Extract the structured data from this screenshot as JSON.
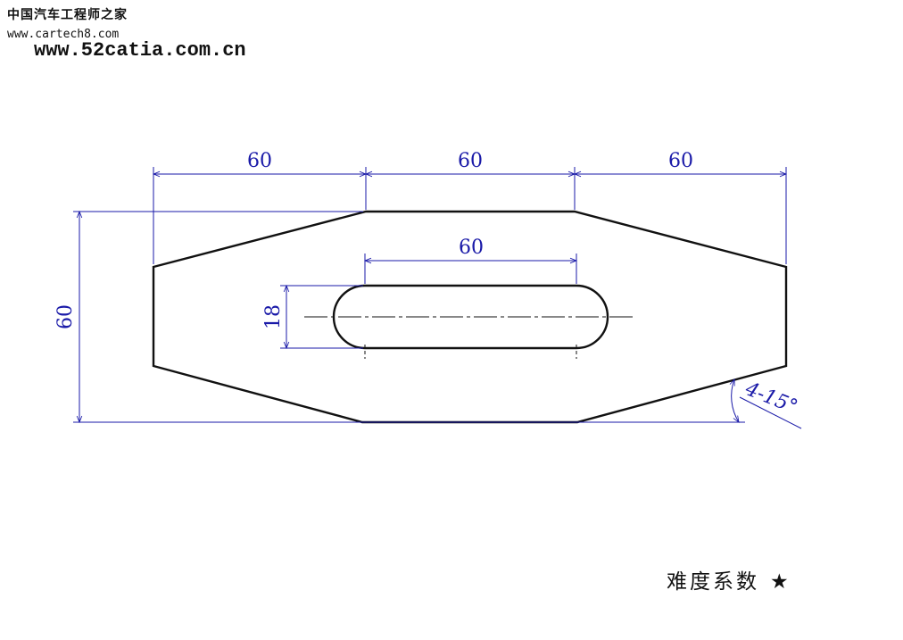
{
  "watermark": {
    "site_name_cn": "中国汽车工程师之家",
    "url_small": "www.cartech8.com",
    "url_large": "www.52catia.com.cn"
  },
  "dimensions": {
    "top_left_width": "60",
    "top_middle_width": "60",
    "top_right_width": "60",
    "slot_length": "60",
    "slot_width": "18",
    "overall_height": "60",
    "chamfer_angle": "4-15°"
  },
  "footer": {
    "difficulty_label": "难度系数",
    "difficulty_stars": "★"
  },
  "colors": {
    "outline": "#111111",
    "dimension": "#1a1aa8"
  }
}
